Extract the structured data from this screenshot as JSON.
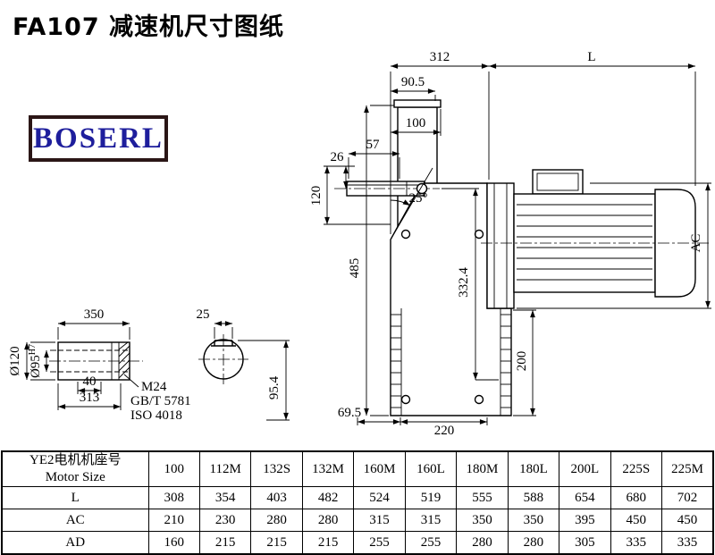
{
  "title": "FA107 减速机尺寸图纸",
  "logo": {
    "text": "BOSERL"
  },
  "dims": {
    "d312": "312",
    "dL": "L",
    "d90_5": "90.5",
    "d100": "100",
    "d57": "57",
    "d26": "26",
    "d120": "120",
    "d485": "485",
    "a25": "25°",
    "d332_4": "332.4",
    "dAC": "AC",
    "d200": "200",
    "d220": "220",
    "d69_5": "69.5",
    "d95_4": "95.4",
    "d350": "350",
    "d25": "25",
    "dia120": "Ø120",
    "dia95": "Ø95",
    "dia95_sup": "H7",
    "d40": "40",
    "d313": "313",
    "m24": "M24",
    "gbt": "GB/T 5781",
    "iso": "ISO 4018"
  },
  "table": {
    "header_cn": "YE2电机机座号",
    "header_en": "Motor Size",
    "columns": [
      "100",
      "112M",
      "132S",
      "132M",
      "160M",
      "160L",
      "180M",
      "180L",
      "200L",
      "225S",
      "225M"
    ],
    "rows": [
      {
        "label": "L",
        "values": [
          "308",
          "354",
          "403",
          "482",
          "524",
          "519",
          "555",
          "588",
          "654",
          "680",
          "702"
        ]
      },
      {
        "label": "AC",
        "values": [
          "210",
          "230",
          "280",
          "280",
          "315",
          "315",
          "350",
          "350",
          "395",
          "450",
          "450"
        ]
      },
      {
        "label": "AD",
        "values": [
          "160",
          "215",
          "215",
          "215",
          "255",
          "255",
          "280",
          "280",
          "305",
          "335",
          "335"
        ]
      }
    ]
  }
}
